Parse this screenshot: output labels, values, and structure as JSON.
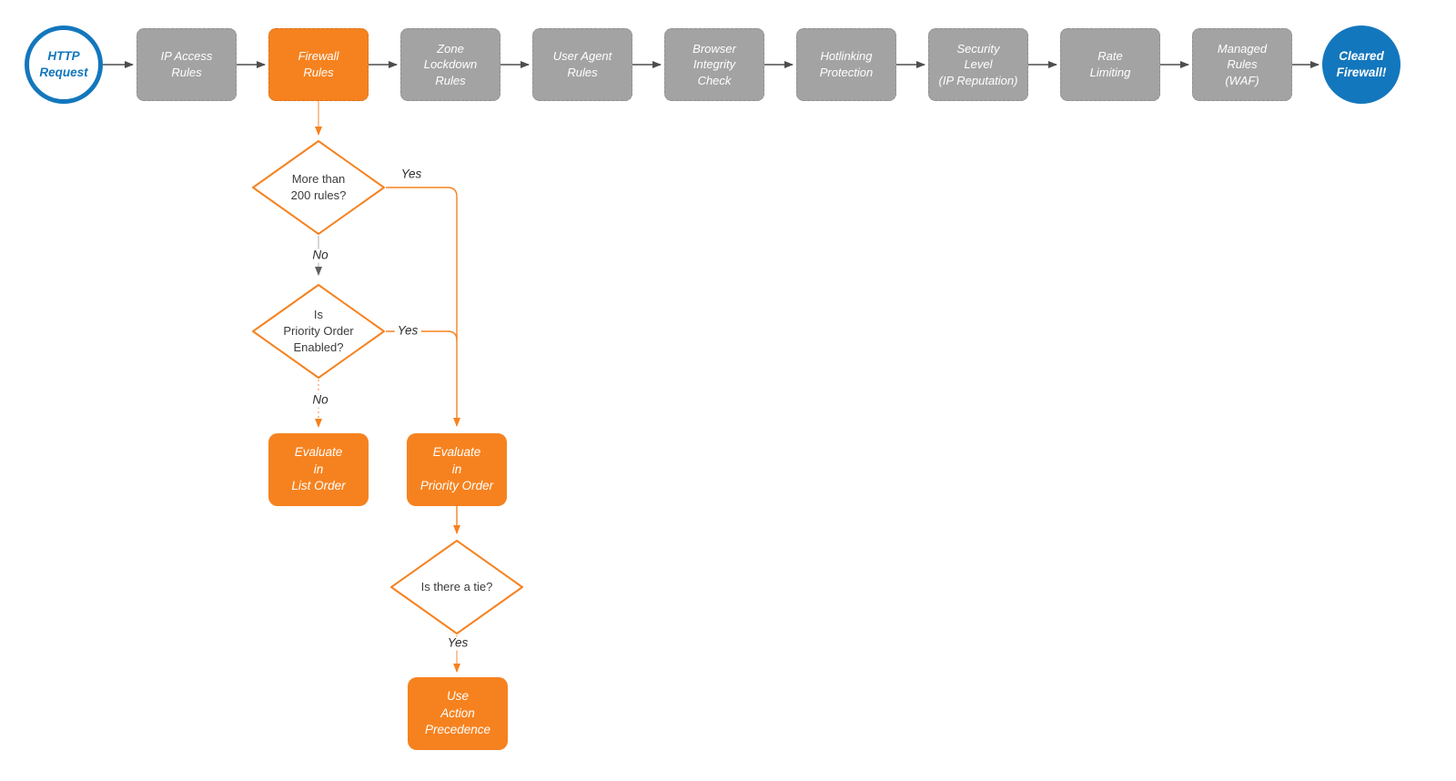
{
  "colors": {
    "orange": "#F6821F",
    "orange_stroke": "#F58220",
    "orange_light": "#F9A972",
    "gray": "#A3A3A3",
    "gray_border": "#8F8F8F",
    "gray_line": "#C6C6C6",
    "arrow_dark": "#4D4D4D",
    "arrow_gray": "#5F5F5F",
    "blue": "#1377BD",
    "text_dark": "#3C3C3C",
    "label_dark": "#2E2E2E"
  },
  "flow": {
    "start": {
      "label": "HTTP\nRequest"
    },
    "end": {
      "label": "Cleared\nFirewall!"
    },
    "pipeline": [
      {
        "label": "IP Access\nRules",
        "variant": "gray"
      },
      {
        "label": "Firewall\nRules",
        "variant": "orange"
      },
      {
        "label": "Zone\nLockdown\nRules",
        "variant": "gray"
      },
      {
        "label": "User Agent\nRules",
        "variant": "gray"
      },
      {
        "label": "Browser\nIntegrity\nCheck",
        "variant": "gray"
      },
      {
        "label": "Hotlinking\nProtection",
        "variant": "gray"
      },
      {
        "label": "Security\nLevel\n(IP Reputation)",
        "variant": "gray"
      },
      {
        "label": "Rate\nLimiting",
        "variant": "gray"
      },
      {
        "label": "Managed\nRules\n(WAF)",
        "variant": "gray"
      }
    ],
    "decisions": [
      {
        "label": "More than\n200 rules?"
      },
      {
        "label": "Is\nPriority Order\nEnabled?"
      },
      {
        "label": "Is there a tie?"
      }
    ],
    "actions": [
      {
        "label": "Evaluate\nin\nList Order"
      },
      {
        "label": "Evaluate\nin\nPriority Order"
      },
      {
        "label": "Use\nAction\nPrecedence"
      }
    ],
    "edge_labels": {
      "d1_yes": "Yes",
      "d1_no": "No",
      "d2_yes": "Yes",
      "d2_no": "No",
      "d3_yes": "Yes"
    }
  }
}
